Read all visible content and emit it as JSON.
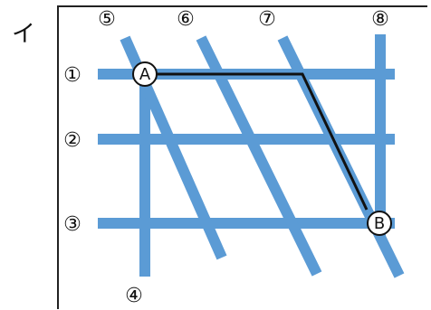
{
  "panel_label": "イ",
  "colors": {
    "road": "#5b9bd5",
    "route": "#111111",
    "frame": "#222222",
    "point_fill": "#ffffff"
  },
  "road_labels": {
    "r1": "①",
    "r2": "②",
    "r3": "③",
    "r4": "④",
    "r5": "⑤",
    "r6": "⑥",
    "r7": "⑦",
    "r8": "⑧"
  },
  "points": {
    "a": "A",
    "b": "B"
  }
}
